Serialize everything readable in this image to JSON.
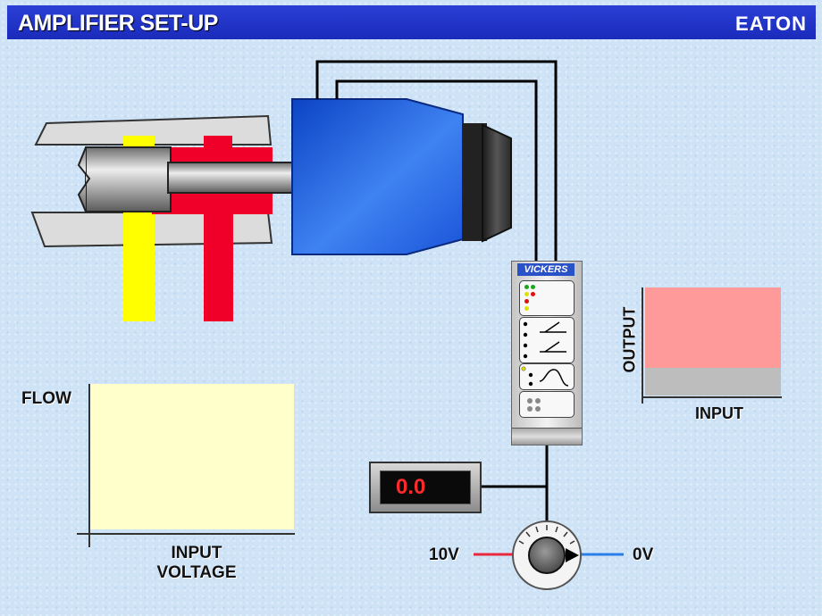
{
  "header": {
    "title": "AMPLIFIER SET-UP",
    "brand": "EATON"
  },
  "amplifier": {
    "brand": "VICKERS"
  },
  "flow_chart": {
    "ylabel": "FLOW",
    "xlabel_line1": "INPUT",
    "xlabel_line2": "VOLTAGE"
  },
  "output_chart": {
    "ylabel": "OUTPUT",
    "xlabel": "INPUT",
    "fill_level": 0.74
  },
  "meter": {
    "reading": "0.0"
  },
  "potentiometer": {
    "left_label": "10V",
    "right_label": "0V"
  },
  "colors": {
    "title_bar": "#1f34c8",
    "solenoid": "#2f6ee8",
    "spool_red": "#f00028",
    "spool_yellow": "#ffff00",
    "flow_panel": "#ffffcc",
    "output_fill": "#ff9a9a",
    "output_base": "#bdbdbd",
    "meter_display": "#ff2a2a",
    "wire_10v": "#e8283c",
    "wire_0v": "#2a7ee8"
  }
}
